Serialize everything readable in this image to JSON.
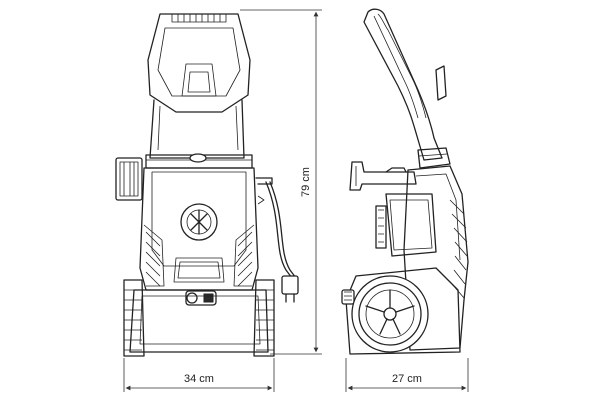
{
  "dimensions": {
    "height": "79 cm",
    "front_width": "34 cm",
    "side_depth": "27 cm"
  }
}
